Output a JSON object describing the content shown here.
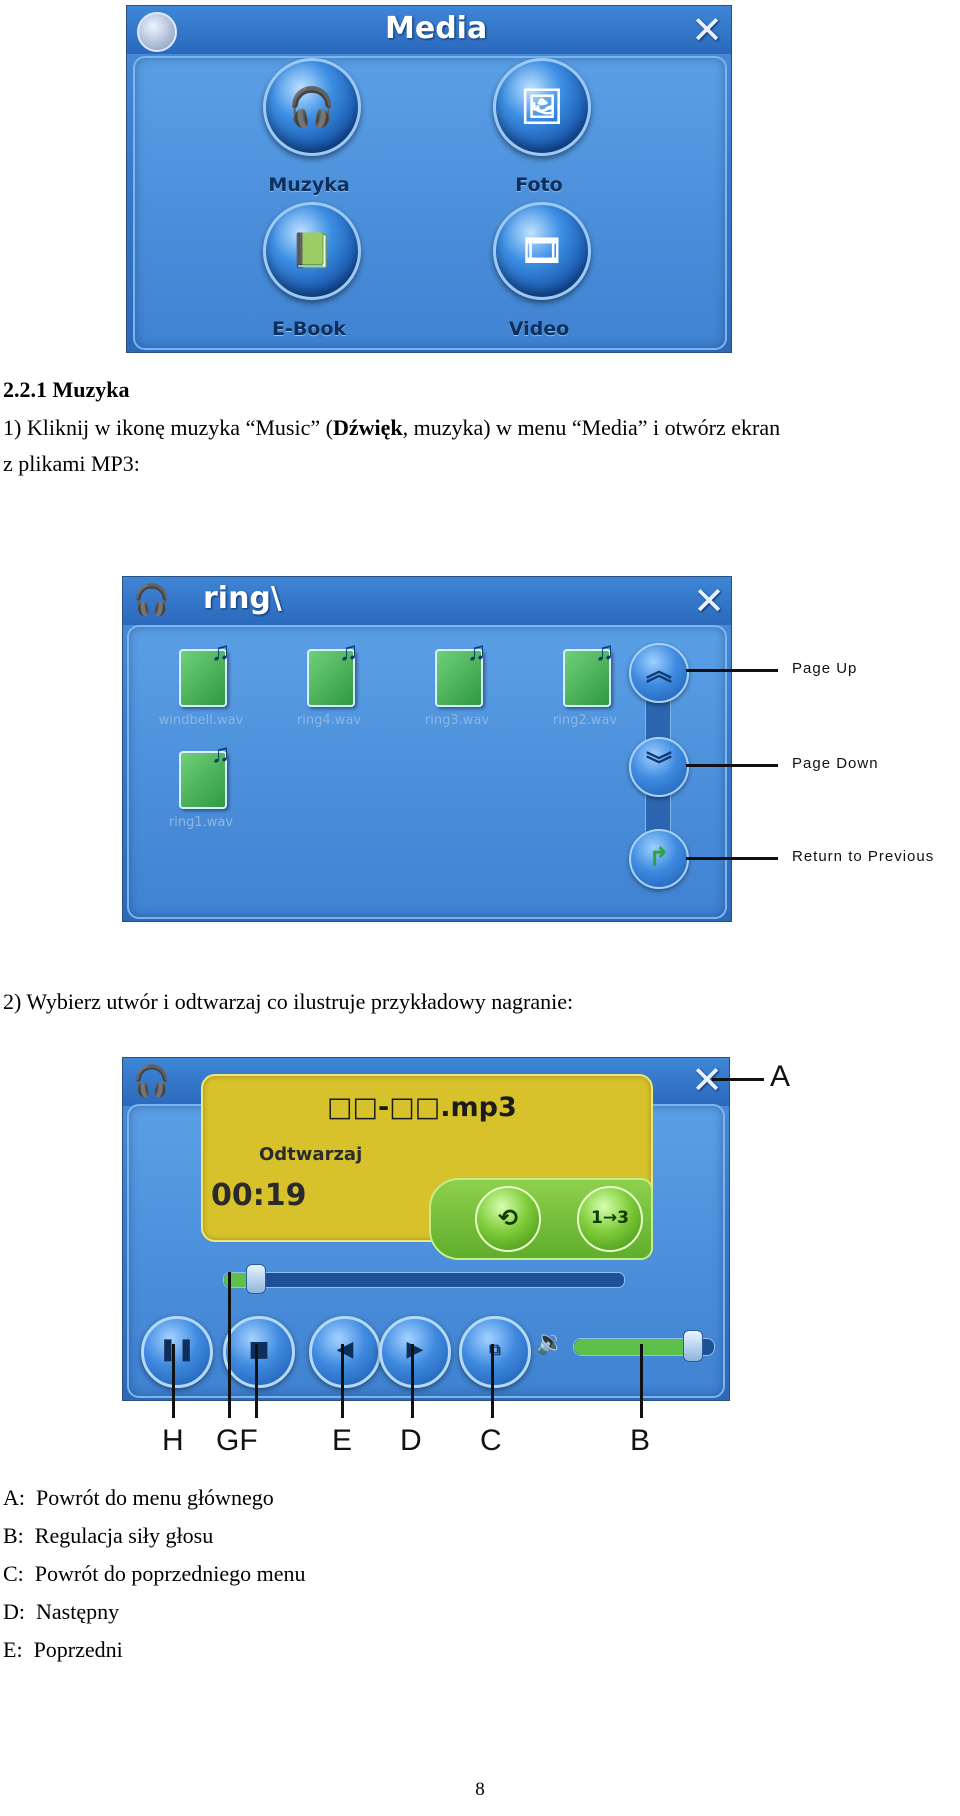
{
  "media_screen": {
    "title": "Media",
    "items": [
      {
        "label": "Muzyka",
        "icon": "headphones-icon"
      },
      {
        "label": "Foto",
        "icon": "photo-icon"
      },
      {
        "label": "E-Book",
        "icon": "book-icon"
      },
      {
        "label": "Video",
        "icon": "film-reel-icon"
      }
    ]
  },
  "section": {
    "heading": "2.2.1 Muzyka",
    "step1_line1_a": "1) Kliknij w ikonę muzyka “Music” (",
    "step1_line1_bold": "Dźwięk",
    "step1_line1_b": ", muzyka) w menu “Media” i otwórz ekran",
    "step1_line2": "z plikami MP3:",
    "step2": "2) Wybierz utwór i odtwarzaj co ilustruje przykładowy nagranie:"
  },
  "browser_screen": {
    "title": "ring\\",
    "files": [
      "windbell.wav",
      "ring4.wav",
      "ring3.wav",
      "ring2.wav",
      "ring1.wav"
    ],
    "callouts": {
      "page_up": "Page Up",
      "page_down": "Page Down",
      "return": "Return to Previous"
    }
  },
  "player_screen": {
    "track": "□□-□□.mp3",
    "status": "Odtwarzaj",
    "time": "00:19",
    "progress": 0.08,
    "volume": 0.85,
    "letters": {
      "a": "A",
      "b": "B",
      "c": "C",
      "d": "D",
      "e": "E",
      "gf": "GF",
      "h": "H"
    }
  },
  "legend": [
    {
      "key": "A:",
      "text": "Powrót do menu głównego"
    },
    {
      "key": "B:",
      "text": "Regulacja siły głosu"
    },
    {
      "key": "C:",
      "text": "Powrót do poprzedniego menu"
    },
    {
      "key": "D:",
      "text": "Następny"
    },
    {
      "key": "E:",
      "text": "Poprzedni"
    }
  ],
  "page_number": "8"
}
